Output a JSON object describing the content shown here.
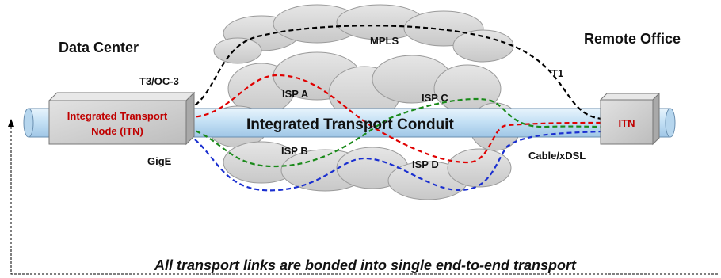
{
  "sites": {
    "left": "Data Center",
    "right": "Remote Office"
  },
  "conduit_label": "Integrated Transport Conduit",
  "nodes": {
    "left_line1": "Integrated Transport",
    "left_line2": "Node (ITN)",
    "right": "ITN"
  },
  "links": {
    "mpls": "MPLS",
    "t3": "T3/OC-3",
    "t1": "T1",
    "isp_a": "ISP A",
    "isp_b": "ISP B",
    "isp_c": "ISP C",
    "isp_d": "ISP D",
    "gige": "GigE",
    "cable": "Cable/xDSL"
  },
  "footer": "All transport links are bonded into single end-to-end transport",
  "colors": {
    "node_text": "#c00000",
    "pipe_fill": "#c5e1f5",
    "pipe_stroke": "#6a8fb0",
    "cloud_fill": "#d9d9d9",
    "node_fill": "#d4d4d4",
    "mpls_t1": "#000000",
    "isp_a_c_red": "#e00000",
    "isp_b_c_green": "#1a8a1a",
    "isp_d_blue": "#1a2fd0"
  }
}
